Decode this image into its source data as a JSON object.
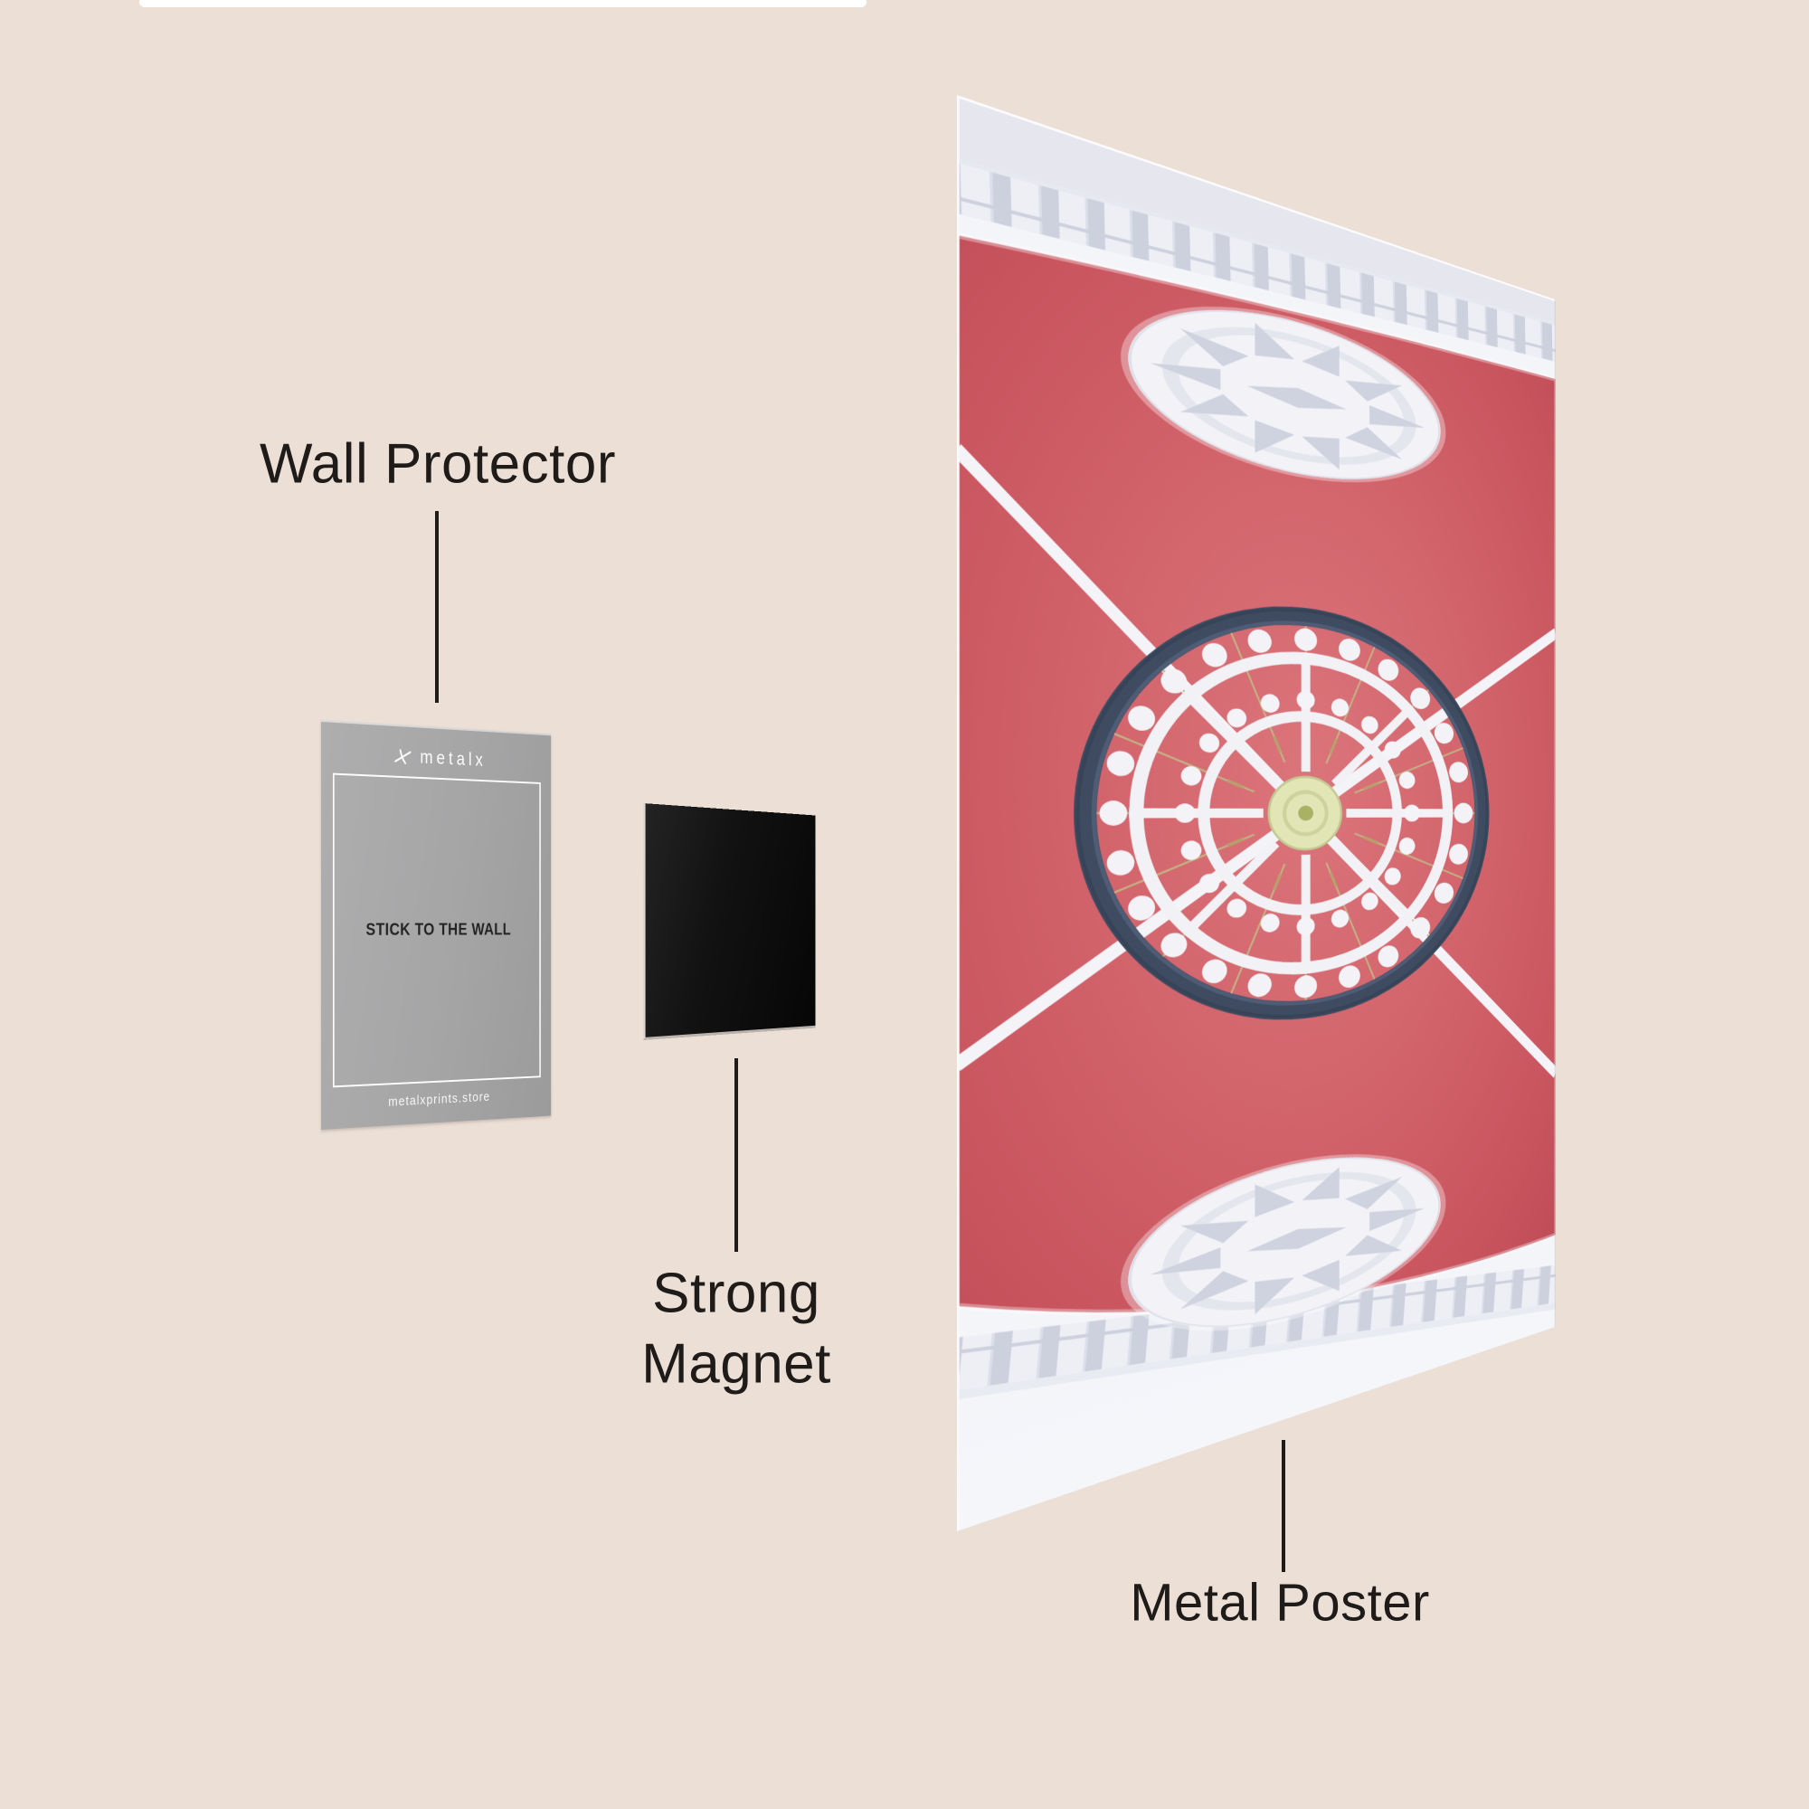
{
  "annotations": {
    "wall_protector": "Wall Protector",
    "strong_magnet_line1": "Strong",
    "strong_magnet_line2": "Magnet",
    "metal_poster": "Metal Poster"
  },
  "card": {
    "brand": "metalx",
    "message": "STICK TO THE WALL",
    "website": "metalxprints.store"
  },
  "colors": {
    "background": "#ebdfd6",
    "text": "#1e1b19",
    "card_gray": "#a5a5a6",
    "magnet_black": "#111111",
    "ceiling_red": "#cf5b63",
    "molding_white": "#eef0f6",
    "chandelier_ring_blue": "#3e4b61",
    "chandelier_gold": "#c4b184",
    "chandelier_center_green": "#e2e5b6",
    "top_bar": "#ffffff"
  }
}
